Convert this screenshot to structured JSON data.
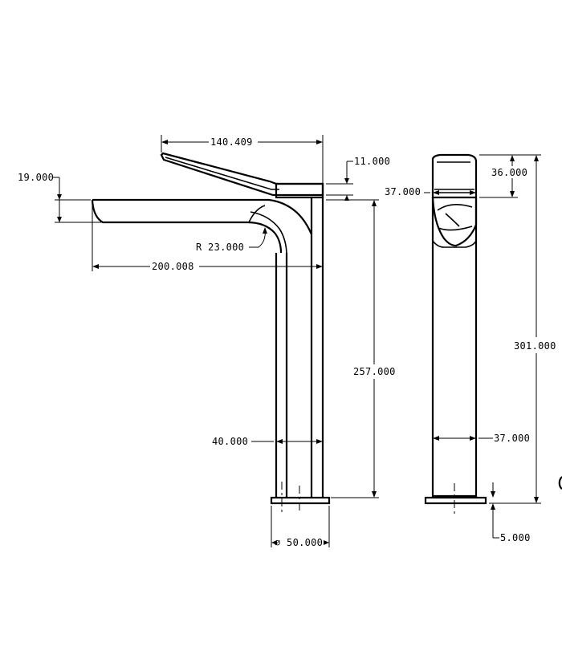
{
  "dimensions": {
    "lever_length": "140.409",
    "lever_height": "11.000",
    "spout_height": "19.000",
    "spout_length": "200.008",
    "spout_radius": "R 23.000",
    "body_height": "257.000",
    "body_width": "40.000",
    "base_diameter": "⌀ 50.000",
    "handle_height_side": "36.000",
    "handle_width_side": "37.000",
    "total_height": "301.000",
    "body_width_side": "37.000",
    "base_thickness": "5.000"
  }
}
